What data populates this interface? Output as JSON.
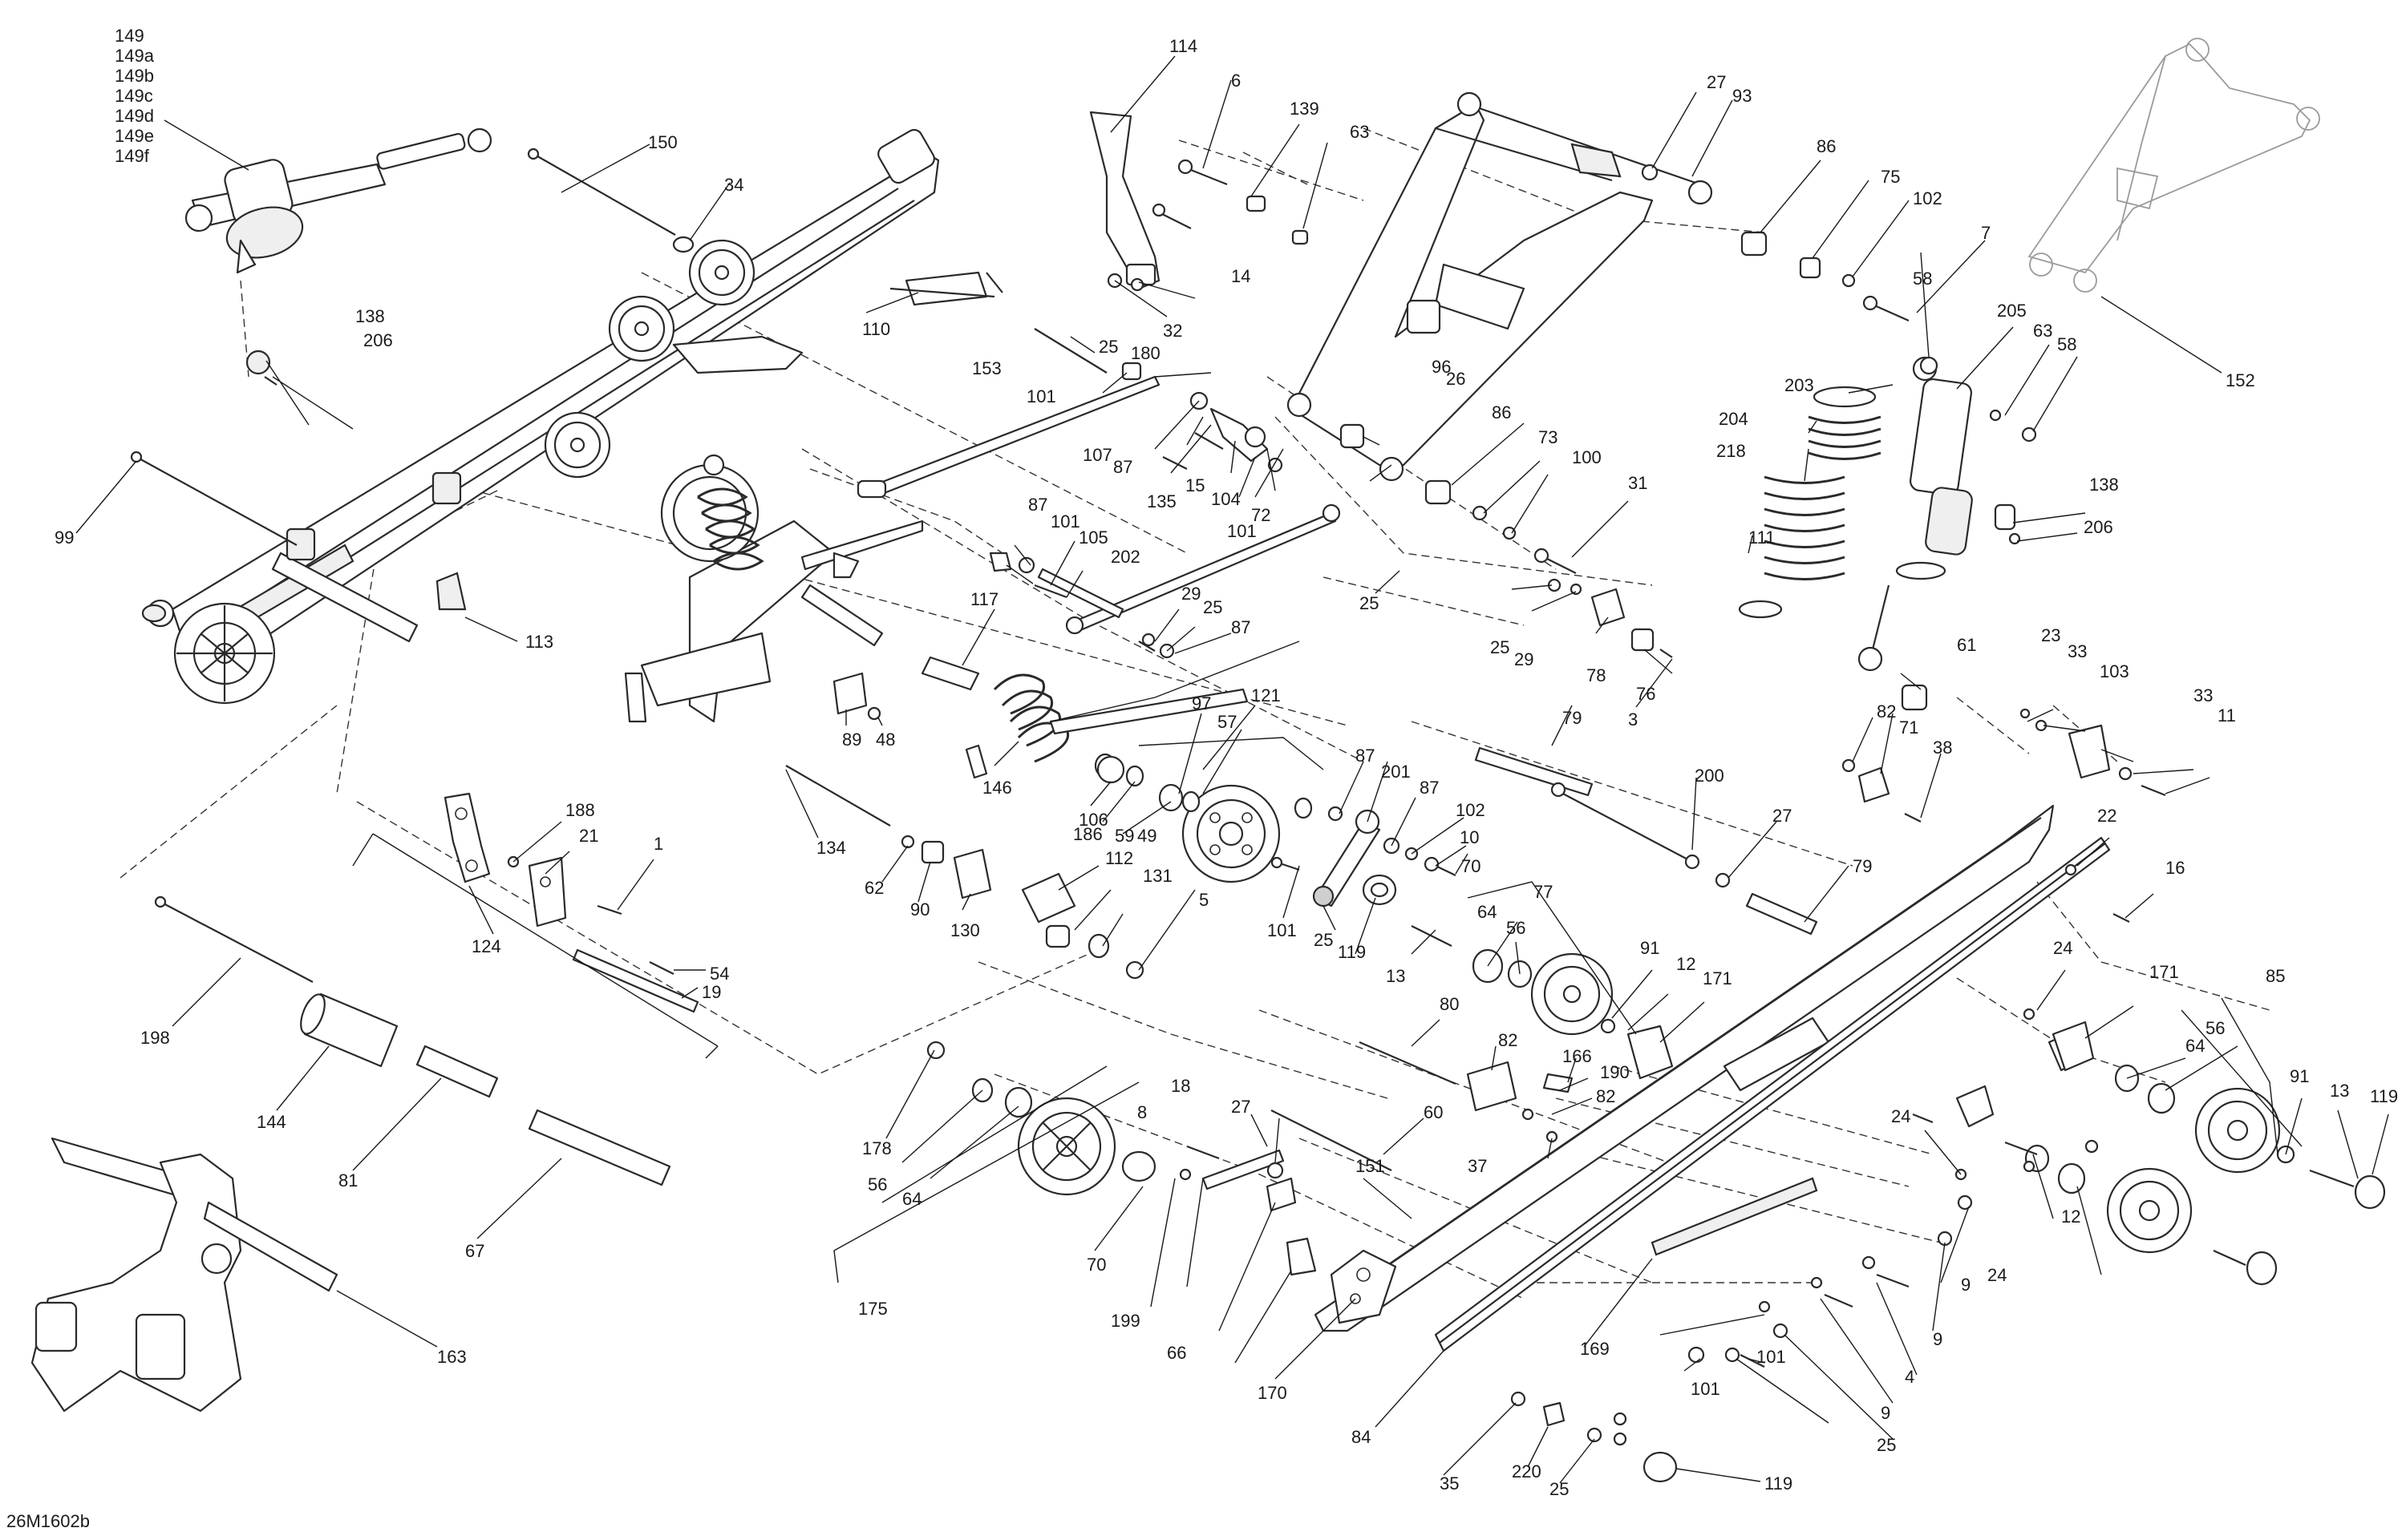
{
  "drawing": {
    "code": "26M1602b"
  },
  "callouts": {
    "shock_front": [
      "149",
      "149a",
      "149b",
      "149c",
      "149d",
      "149e",
      "149f"
    ],
    "c1": "1",
    "c3": "3",
    "c4": "4",
    "c5": "5",
    "c6": "6",
    "c7": "7",
    "c8": "8",
    "c9a": "9",
    "c9b": "9",
    "c9c": "9",
    "c10": "10",
    "c11": "11",
    "c12a": "12",
    "c12b": "12",
    "c13a": "13",
    "c13b": "13",
    "c14": "14",
    "c15": "15",
    "c16": "16",
    "c18": "18",
    "c19": "19",
    "c21": "21",
    "c22": "22",
    "c23": "23",
    "c24a": "24",
    "c24b": "24",
    "c24c": "24",
    "c25a": "25",
    "c25b": "25",
    "c25c": "25",
    "c25d": "25",
    "c25e": "25",
    "c25f": "25",
    "c25g": "25",
    "c26": "26",
    "c27a": "27",
    "c27b": "27",
    "c27c": "27",
    "c29a": "29",
    "c29b": "29",
    "c31": "31",
    "c32": "32",
    "c33a": "33",
    "c33b": "33",
    "c34": "34",
    "c35": "35",
    "c37": "37",
    "c38": "38",
    "c48": "48",
    "c49": "49",
    "c54": "54",
    "c56a": "56",
    "c56b": "56",
    "c56c": "56",
    "c57": "57",
    "c58a": "58",
    "c58b": "58",
    "c59": "59",
    "c60": "60",
    "c61": "61",
    "c62": "62",
    "c63a": "63",
    "c63b": "63",
    "c64a": "64",
    "c64b": "64",
    "c64c": "64",
    "c66": "66",
    "c67": "67",
    "c70a": "70",
    "c70b": "70",
    "c71": "71",
    "c72": "72",
    "c73": "73",
    "c75": "75",
    "c76": "76",
    "c77": "77",
    "c78": "78",
    "c79a": "79",
    "c79b": "79",
    "c80": "80",
    "c81": "81",
    "c82a": "82",
    "c82b": "82",
    "c82c": "82",
    "c84": "84",
    "c85": "85",
    "c86a": "86",
    "c86b": "86",
    "c87a": "87",
    "c87b": "87",
    "c87c": "87",
    "c87d": "87",
    "c87e": "87",
    "c89": "89",
    "c90": "90",
    "c91a": "91",
    "c91b": "91",
    "c93": "93",
    "c96": "96",
    "c97": "97",
    "c99": "99",
    "c100": "100",
    "c101a": "101",
    "c101b": "101",
    "c101c": "101",
    "c101d": "101",
    "c101e": "101",
    "c101f": "101",
    "c102a": "102",
    "c102b": "102",
    "c103": "103",
    "c104": "104",
    "c105": "105",
    "c106": "106",
    "c107": "107",
    "c110": "110",
    "c111": "111",
    "c112": "112",
    "c113": "113",
    "c114": "114",
    "c117": "117",
    "c119a": "119",
    "c119b": "119",
    "c119c": "119",
    "c121": "121",
    "c124": "124",
    "c130": "130",
    "c131": "131",
    "c134": "134",
    "c135": "135",
    "c138a": "138",
    "c138b": "138",
    "c139": "139",
    "c144": "144",
    "c146": "146",
    "c150": "150",
    "c151": "151",
    "c152": "152",
    "c153": "153",
    "c163": "163",
    "c166": "166",
    "c169": "169",
    "c170": "170",
    "c171a": "171",
    "c171b": "171",
    "c175": "175",
    "c178": "178",
    "c180": "180",
    "c186": "186",
    "c188": "188",
    "c190": "190",
    "c198": "198",
    "c199": "199",
    "c200": "200",
    "c201": "201",
    "c202": "202",
    "c203": "203",
    "c204": "204",
    "c205": "205",
    "c206a": "206",
    "c206b": "206",
    "c218": "218",
    "c220": "220"
  },
  "colors": {
    "line": "#2a2a2a",
    "ghost": "#9a9a9a",
    "background": "#ffffff"
  }
}
